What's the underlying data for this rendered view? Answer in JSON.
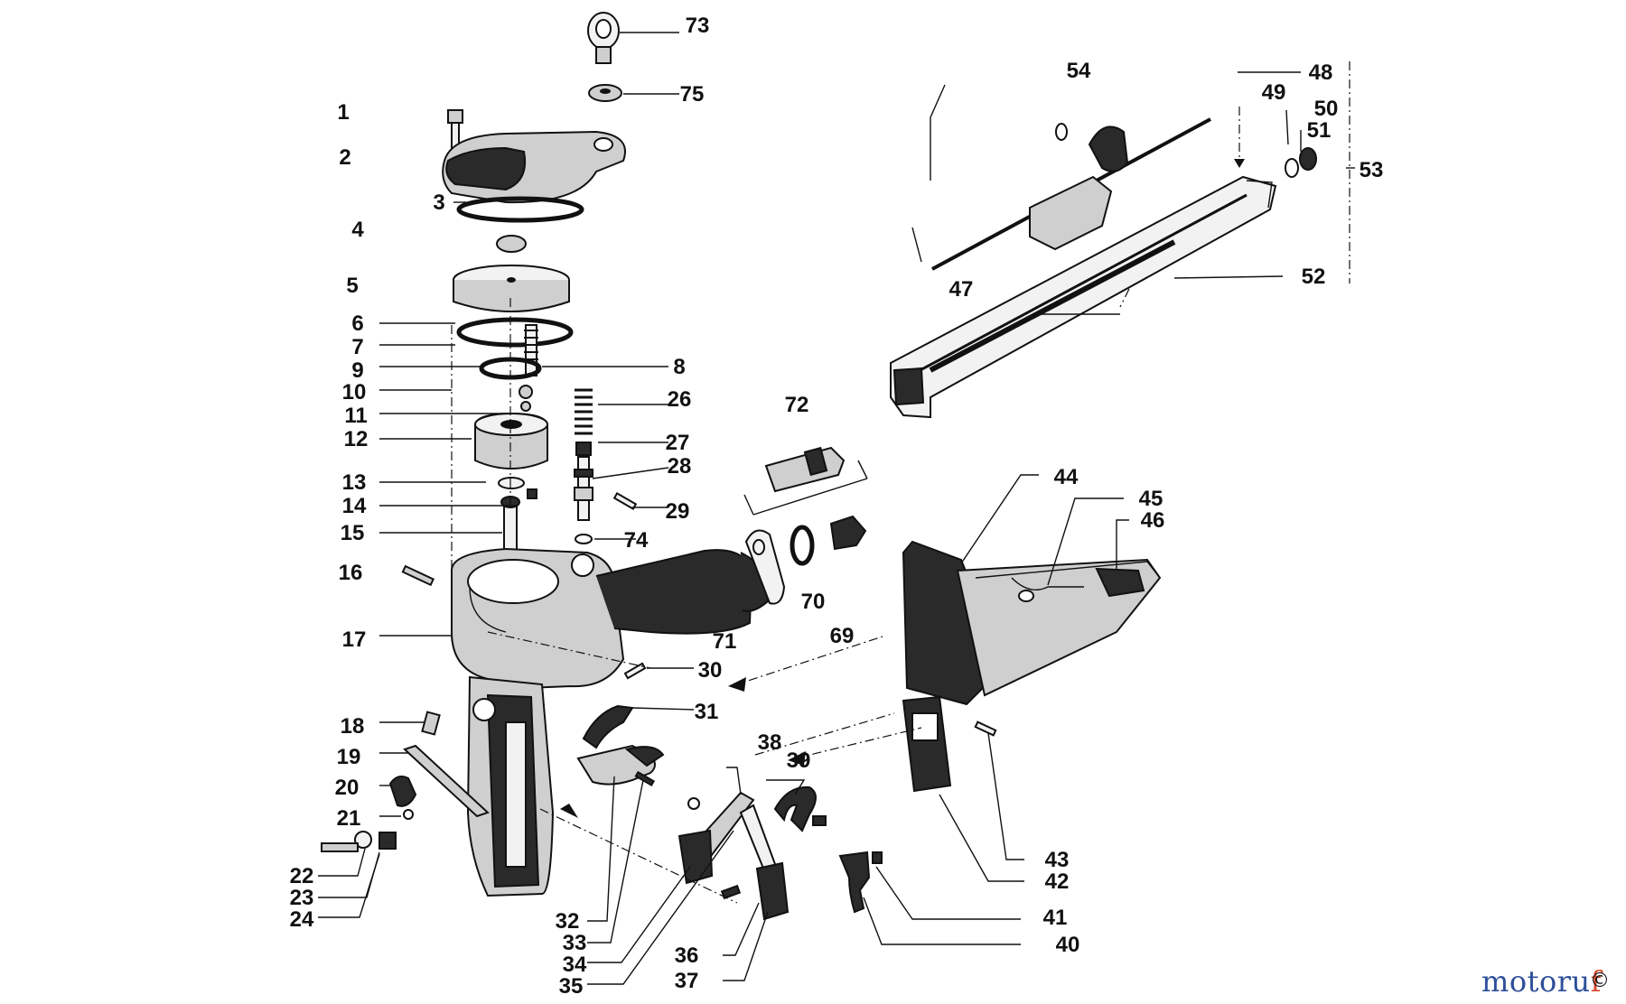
{
  "diagram": {
    "part_numbers": [
      "1",
      "2",
      "3",
      "4",
      "5",
      "6",
      "7",
      "8",
      "9",
      "10",
      "11",
      "12",
      "13",
      "14",
      "15",
      "16",
      "17",
      "18",
      "19",
      "20",
      "21",
      "22",
      "23",
      "24",
      "26",
      "27",
      "28",
      "29",
      "30",
      "31",
      "32",
      "33",
      "34",
      "35",
      "36",
      "37",
      "38",
      "39",
      "40",
      "41",
      "42",
      "43",
      "44",
      "45",
      "46",
      "47",
      "48",
      "49",
      "50",
      "51",
      "52",
      "53",
      "54",
      "69",
      "70",
      "71",
      "72",
      "73",
      "74",
      "75"
    ]
  },
  "watermark": {
    "brand_main": "motoru",
    "brand_accent": "f",
    "mark": "©"
  }
}
